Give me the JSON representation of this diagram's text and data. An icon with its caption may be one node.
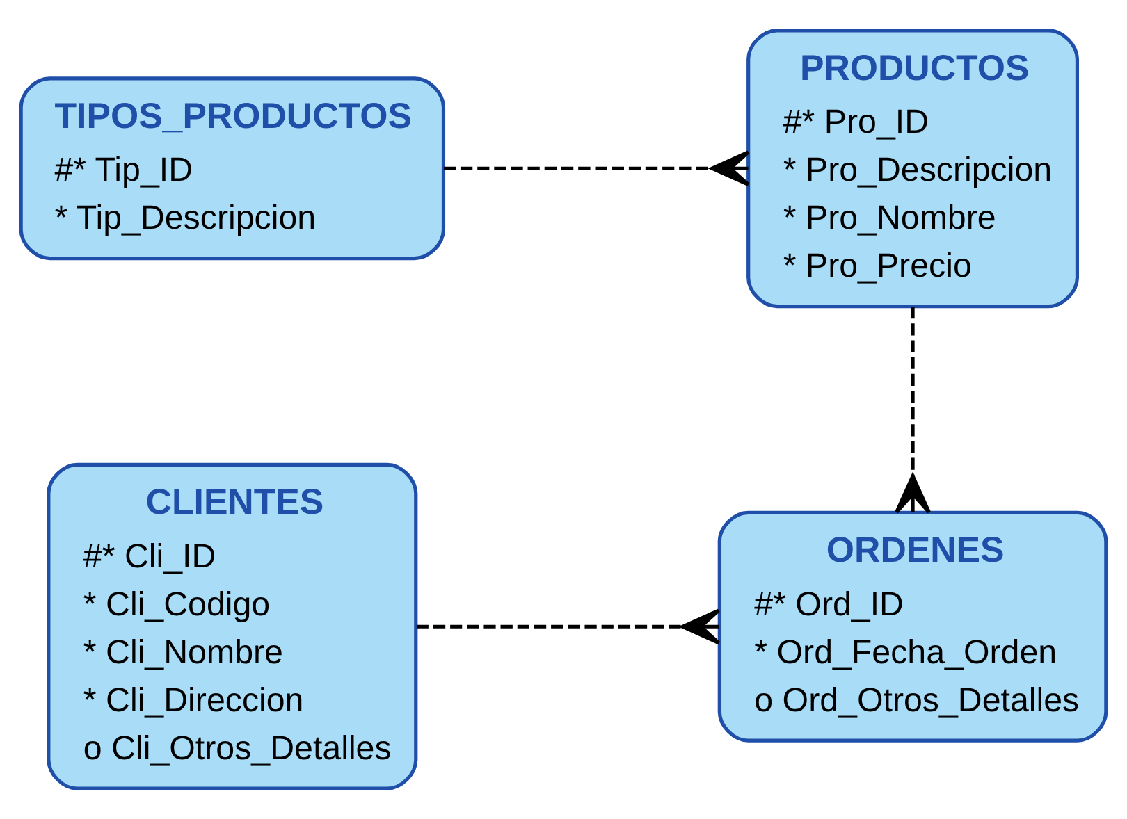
{
  "diagram": {
    "nodes": [
      {
        "text": [
          "TIPOS_PRODUCTOS",
          "#* Tip_ID",
          "* Tip_Descripcion"
        ]
      },
      {
        "text": [
          "PRODUCTOS",
          "#* Pro_ID",
          "* Pro_Descripcion",
          "* Pro_Nombre",
          "* Pro_Precio"
        ]
      },
      {
        "text": [
          "CLIENTES",
          "#* Cli_ID",
          "* Cli_Codigo",
          "* Cli_Nombre",
          "* Cli_Direccion",
          "o Cli_Otros_Detalles"
        ]
      },
      {
        "text": [
          "ORDENES",
          "#* Ord_ID",
          "* Ord_Fecha_Orden",
          "o Ord_Otros_Detalles"
        ]
      }
    ],
    "edges": [
      {
        "from": 0,
        "to": 1,
        "arrow": "other",
        "style": "dashed"
      },
      {
        "from": 1,
        "to": 3,
        "arrow": "other",
        "style": "dashed"
      },
      {
        "from": 2,
        "to": 3,
        "arrow": "other",
        "style": "dashed"
      }
    ]
  }
}
